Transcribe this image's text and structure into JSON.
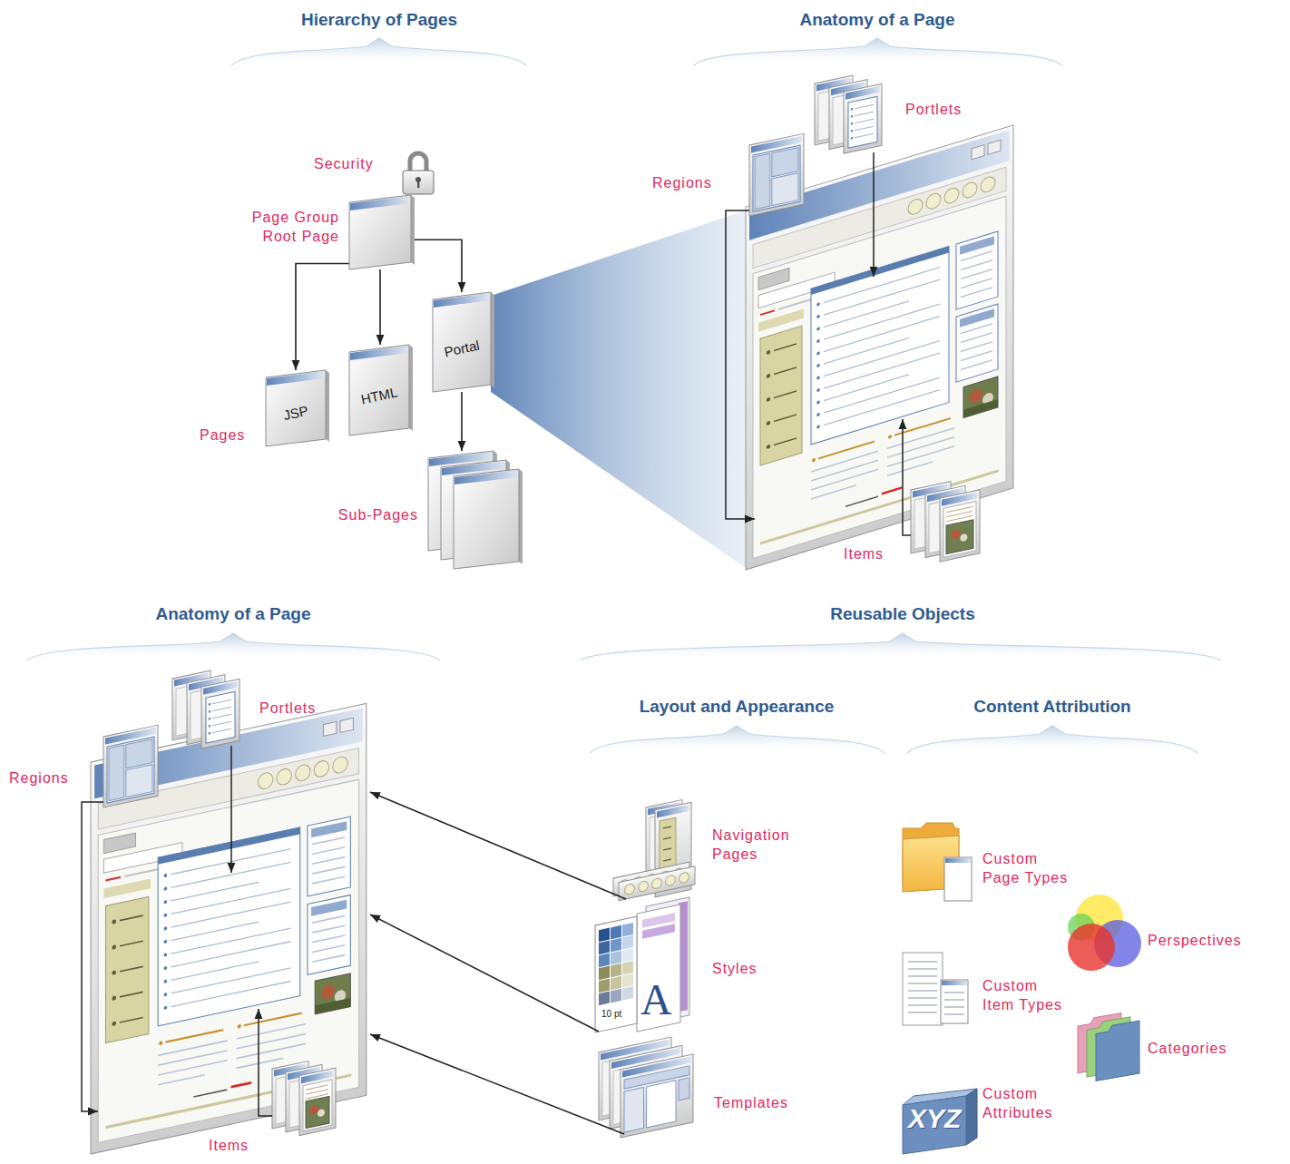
{
  "diagram": {
    "nodes": [
      {
        "text": [
          "Page Group Root Page"
        ]
      },
      {
        "text": [
          "JSP"
        ]
      },
      {
        "text": [
          "HTML"
        ]
      },
      {
        "text": [
          "Portal"
        ]
      },
      {
        "text": [
          "Sub-Pages"
        ]
      }
    ],
    "edges": [
      {
        "from": 0,
        "to": 1,
        "arrow": "to"
      },
      {
        "from": 0,
        "to": 2,
        "arrow": "to"
      },
      {
        "from": 0,
        "to": 3,
        "arrow": "to"
      },
      {
        "from": 3,
        "to": 4,
        "arrow": "to"
      }
    ],
    "labels": [
      "Hierarchy of Pages",
      "Anatomy of a Page",
      "Portlets",
      "Security",
      "Regions",
      "Pages",
      "Items",
      "Anatomy of a Page",
      "Reusable Objects",
      "Layout and Appearance",
      "Content Attribution",
      "Portlets",
      "Regions",
      "Navigation Pages",
      "Custom Page Types",
      "Perspectives",
      "Styles",
      "Custom Item Types",
      "10 pt",
      "A",
      "Categories",
      "Custom Attributes",
      "Templates",
      "XYZ",
      "Items"
    ]
  }
}
